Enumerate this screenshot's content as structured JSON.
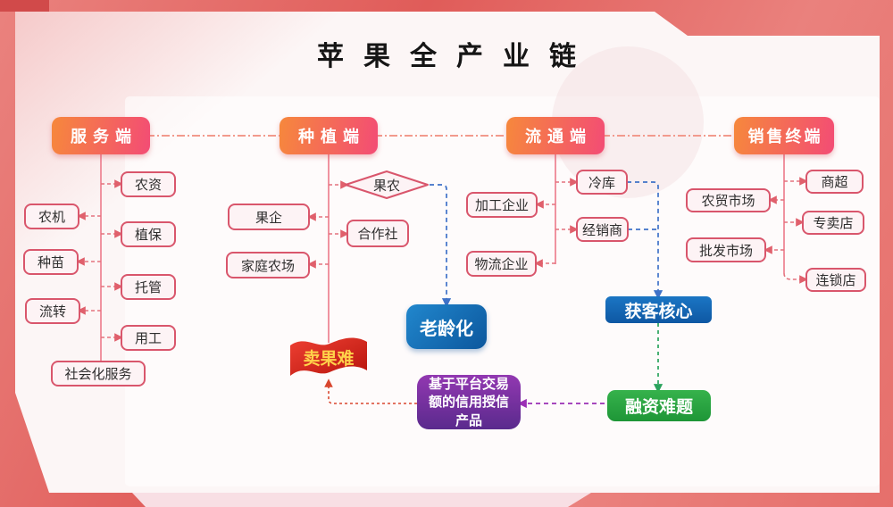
{
  "title": "苹果全产业链",
  "colors": {
    "frame_red": "#e05c59",
    "header_gradient_start": "#f6883c",
    "header_gradient_end": "#f34c75",
    "node_border": "#d9566c",
    "node_bg": "#fdf3f5",
    "line_pink": "#f093a0",
    "arrow_pink": "#e0606c",
    "connector_blue": "#3f72c8",
    "connector_green": "#2aa35c",
    "connector_purple": "#9b2fb5",
    "connector_red": "#d8462e",
    "aging_blue": "#0c579d",
    "customer_blue": "#0e58a3",
    "financing_green": "#1e9637",
    "credit_purple": "#5a2a8d",
    "flag_red": "#c21a10",
    "flag_text_yellow": "#ffd24a"
  },
  "columns": [
    {
      "header": "服务端",
      "items": [
        {
          "label": "农资"
        },
        {
          "label": "农机"
        },
        {
          "label": "植保"
        },
        {
          "label": "种苗"
        },
        {
          "label": "托管"
        },
        {
          "label": "流转"
        },
        {
          "label": "用工"
        },
        {
          "label": "社会化服务"
        }
      ]
    },
    {
      "header": "种植端",
      "items": [
        {
          "label": "果农"
        },
        {
          "label": "果企"
        },
        {
          "label": "合作社"
        },
        {
          "label": "家庭农场"
        }
      ]
    },
    {
      "header": "流通端",
      "items": [
        {
          "label": "冷库"
        },
        {
          "label": "加工企业"
        },
        {
          "label": "经销商"
        },
        {
          "label": "物流企业"
        }
      ]
    },
    {
      "header": "销售终端",
      "items": [
        {
          "label": "商超"
        },
        {
          "label": "农贸市场"
        },
        {
          "label": "专卖店"
        },
        {
          "label": "批发市场"
        },
        {
          "label": "连锁店"
        }
      ]
    }
  ],
  "highlights": {
    "aging": "老龄化",
    "sell_problem": "卖果难",
    "customer_core": "获客核心",
    "financing_problem": "融资难题",
    "credit_product": "基于平台交易额的信用授信产品"
  }
}
